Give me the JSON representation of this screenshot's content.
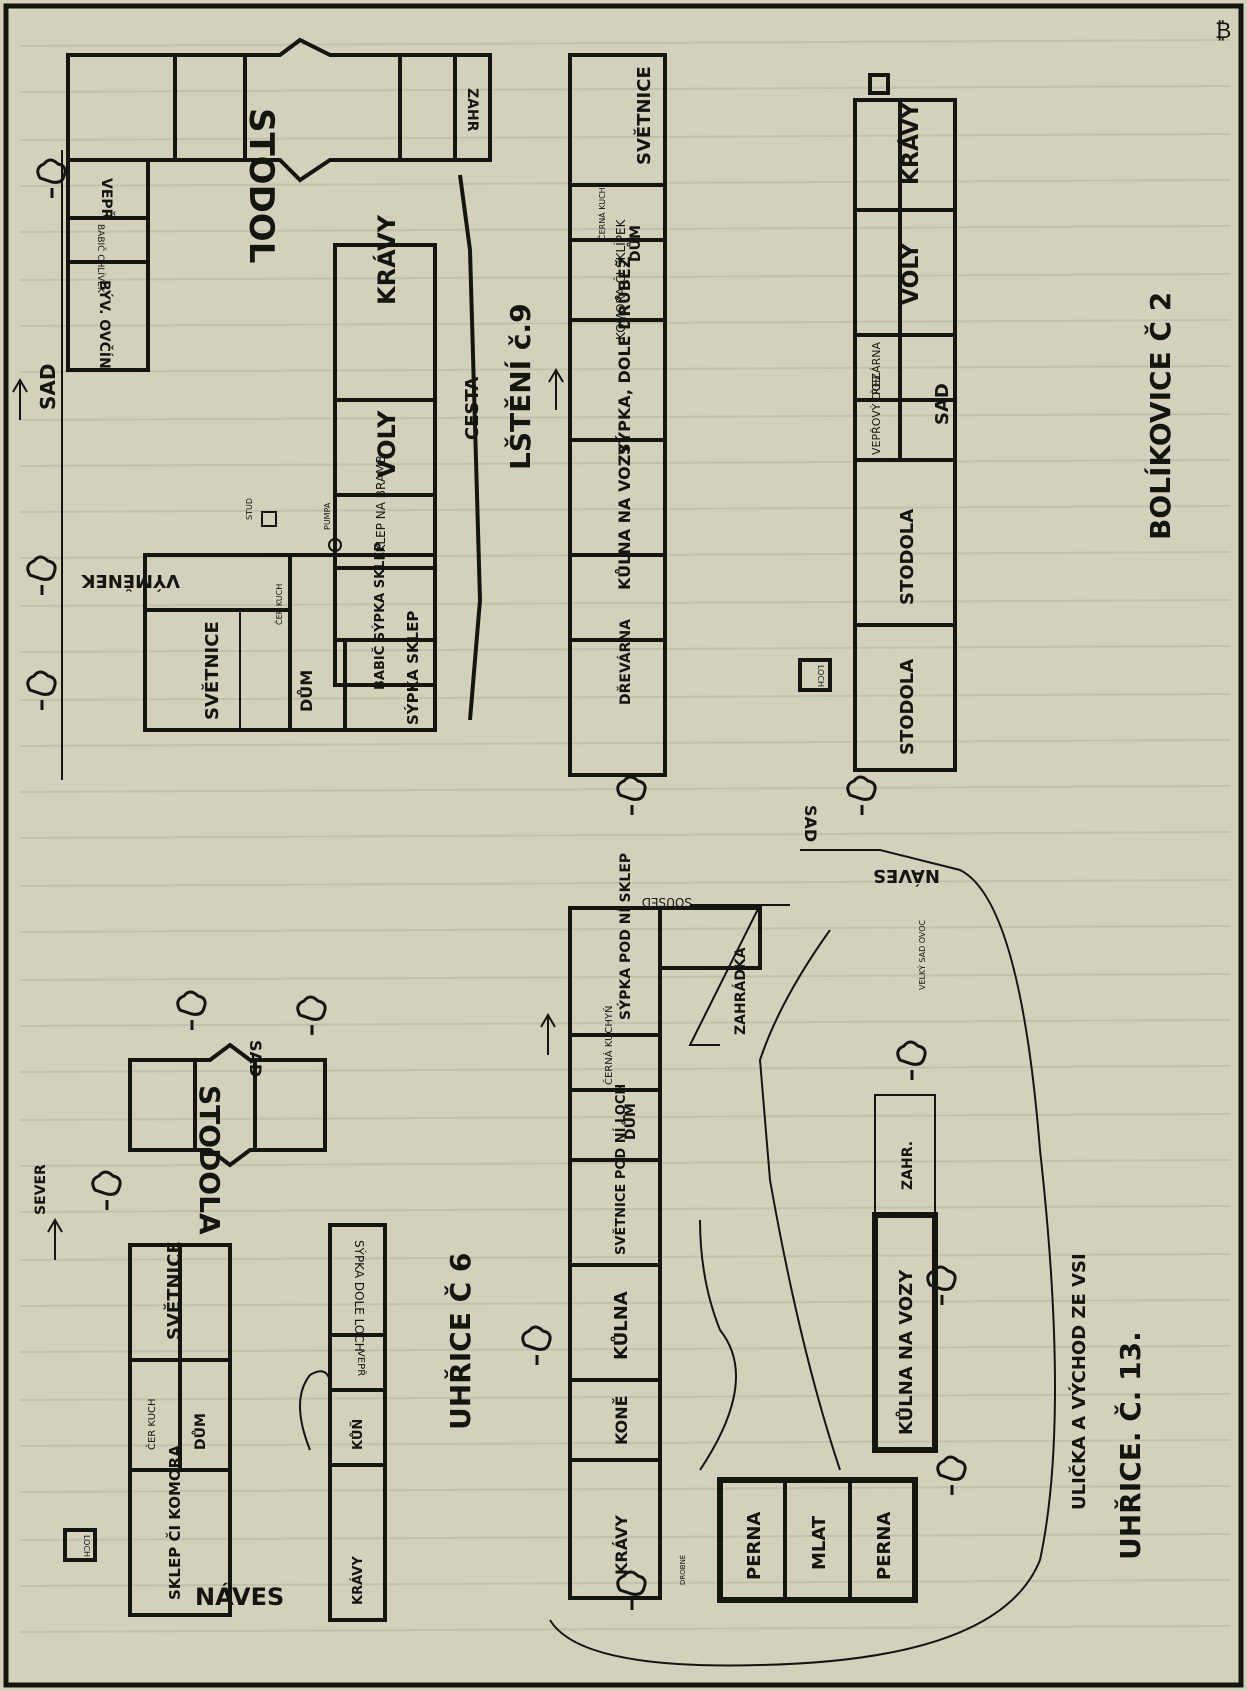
{
  "plans": {
    "lsteni": {
      "title": "LŠTĚNÍ č.9",
      "north_label": "SAD",
      "road": "CESTA",
      "rooms": {
        "stodol": "STODOL",
        "zahr": "ZAHR",
        "vepr": "VEPŘ",
        "babic_chlivek": "BABIČ CHLÍVEK",
        "byv_ovcin": "BÝV. OVČÍN",
        "kravy": "KRÁVY",
        "voly": "VOLY",
        "vymninek": "VÝMĚNEK",
        "svetnice": "SVĚTNICE",
        "cer_kuch": "ČER KUCH",
        "dum": "DŮM",
        "sypka_sklep": "SÝPKA SKLEP",
        "babic_sypka_sklep": "BABIČ SÝPKA SKLEP",
        "sklep_na_bramb": "SKLEP NA BRAMB",
        "stud": "STUD",
        "pumpa": "PUMPA"
      }
    },
    "bolikovice": {
      "title": "BOLÍKOVICE Č 2",
      "sad_top": "SAD",
      "sad_bottom": "SAD",
      "rooms": {
        "svetnice": "SVĚTNICE",
        "cerna_kuch": "ČERNÁ KUCH",
        "dum": "DŮM",
        "komora_sklipek": "KOMORA ČI SKLÍPEK",
        "sypka_drubez": "SÝPKA, DOLE DRŮBEŽ",
        "kulna_vozy": "KŮLNA NA VOZY",
        "drevarna": "DŘEVÁRNA",
        "loch": "LOCH",
        "kravy": "KRÁVY",
        "voly": "VOLY",
        "rezarna": "ŘEZÁRNA",
        "veprovy_dob": "VEPŘOVÝ DOB.",
        "stodola_1": "STODOLA",
        "stodola_2": "STODOLA"
      }
    },
    "uhrice6": {
      "title": "UHŘICE Č 6",
      "sever": "SEVER",
      "naves": "NÁVES",
      "sad": "SAD",
      "rooms": {
        "stodola": "STODOLA",
        "sklep_komora": "SKLEP ČI KOMORA",
        "loch": "LOCH",
        "cer_kuch": "ČER KUCH",
        "dum": "DŮM",
        "svetnice": "SVĚTNICE",
        "kravy": "KRÁVY",
        "kun": "KŮŇ",
        "vepr": "VEPŘ",
        "sypka_dole_loch": "SÝPKA DOLE LOCH"
      }
    },
    "uhrice13": {
      "title": "UHŘICE. Č. 13.",
      "ulicka": "ULIČKA A VÝCHOD ZE VSI",
      "naves": "NÁVES",
      "soused": "SOUSED",
      "rooms": {
        "zahradka": "ZAHRÁDKA",
        "sypka_sklep": "SÝPKA POD NÍ SKLEP",
        "cerna_kuchyn": "ČERNÁ KUCHYŇ",
        "dum": "DŮM",
        "svetnice_loch": "SVĚTNICE POD NÍ LOCH",
        "kulna": "KŮLNA",
        "kone": "KONĚ",
        "kravy": "KRÁVY",
        "drobne": "DROBNÉ",
        "zahr": "ZAHR.",
        "kulna_na_vozy": "KŮLNA NA VOZY",
        "perna_1": "PERNA",
        "mlat": "MLAT",
        "perna_2": "PERNA",
        "velky_sad_ovoc": "VELKÝ SAD OVOC"
      }
    }
  },
  "printer_mark": "₿"
}
